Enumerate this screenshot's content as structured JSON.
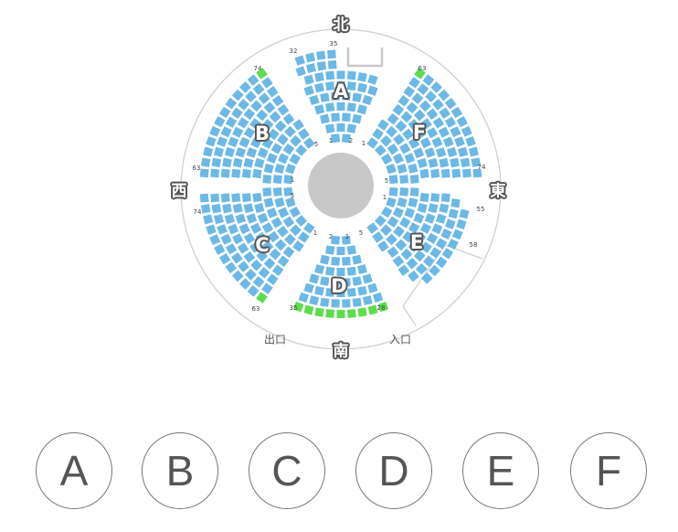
{
  "directions": {
    "north": "北",
    "south": "南",
    "east": "東",
    "west": "西"
  },
  "gates": {
    "exit": "出口",
    "entrance": "入口"
  },
  "sections": [
    {
      "id": "A",
      "label": "A",
      "labels": [
        "1",
        "2",
        "32",
        "35"
      ]
    },
    {
      "id": "B",
      "label": "B",
      "labels": [
        "1",
        "5",
        "63",
        "74"
      ]
    },
    {
      "id": "C",
      "label": "C",
      "labels": [
        "1",
        "5",
        "63",
        "74"
      ]
    },
    {
      "id": "D",
      "label": "D",
      "labels": [
        "1",
        "2",
        "28",
        "35"
      ]
    },
    {
      "id": "E",
      "label": "E",
      "labels": [
        "1",
        "5",
        "55",
        "58"
      ]
    },
    {
      "id": "F",
      "label": "F",
      "labels": [
        "1",
        "5",
        "63",
        "74"
      ]
    }
  ],
  "buttons": [
    "A",
    "B",
    "C",
    "D",
    "E",
    "F"
  ],
  "colors": {
    "seat": "#6cb8e6",
    "seat_highlight": "#5ddc4e",
    "ring": "#cccccc",
    "center": "#c8c8c8"
  }
}
